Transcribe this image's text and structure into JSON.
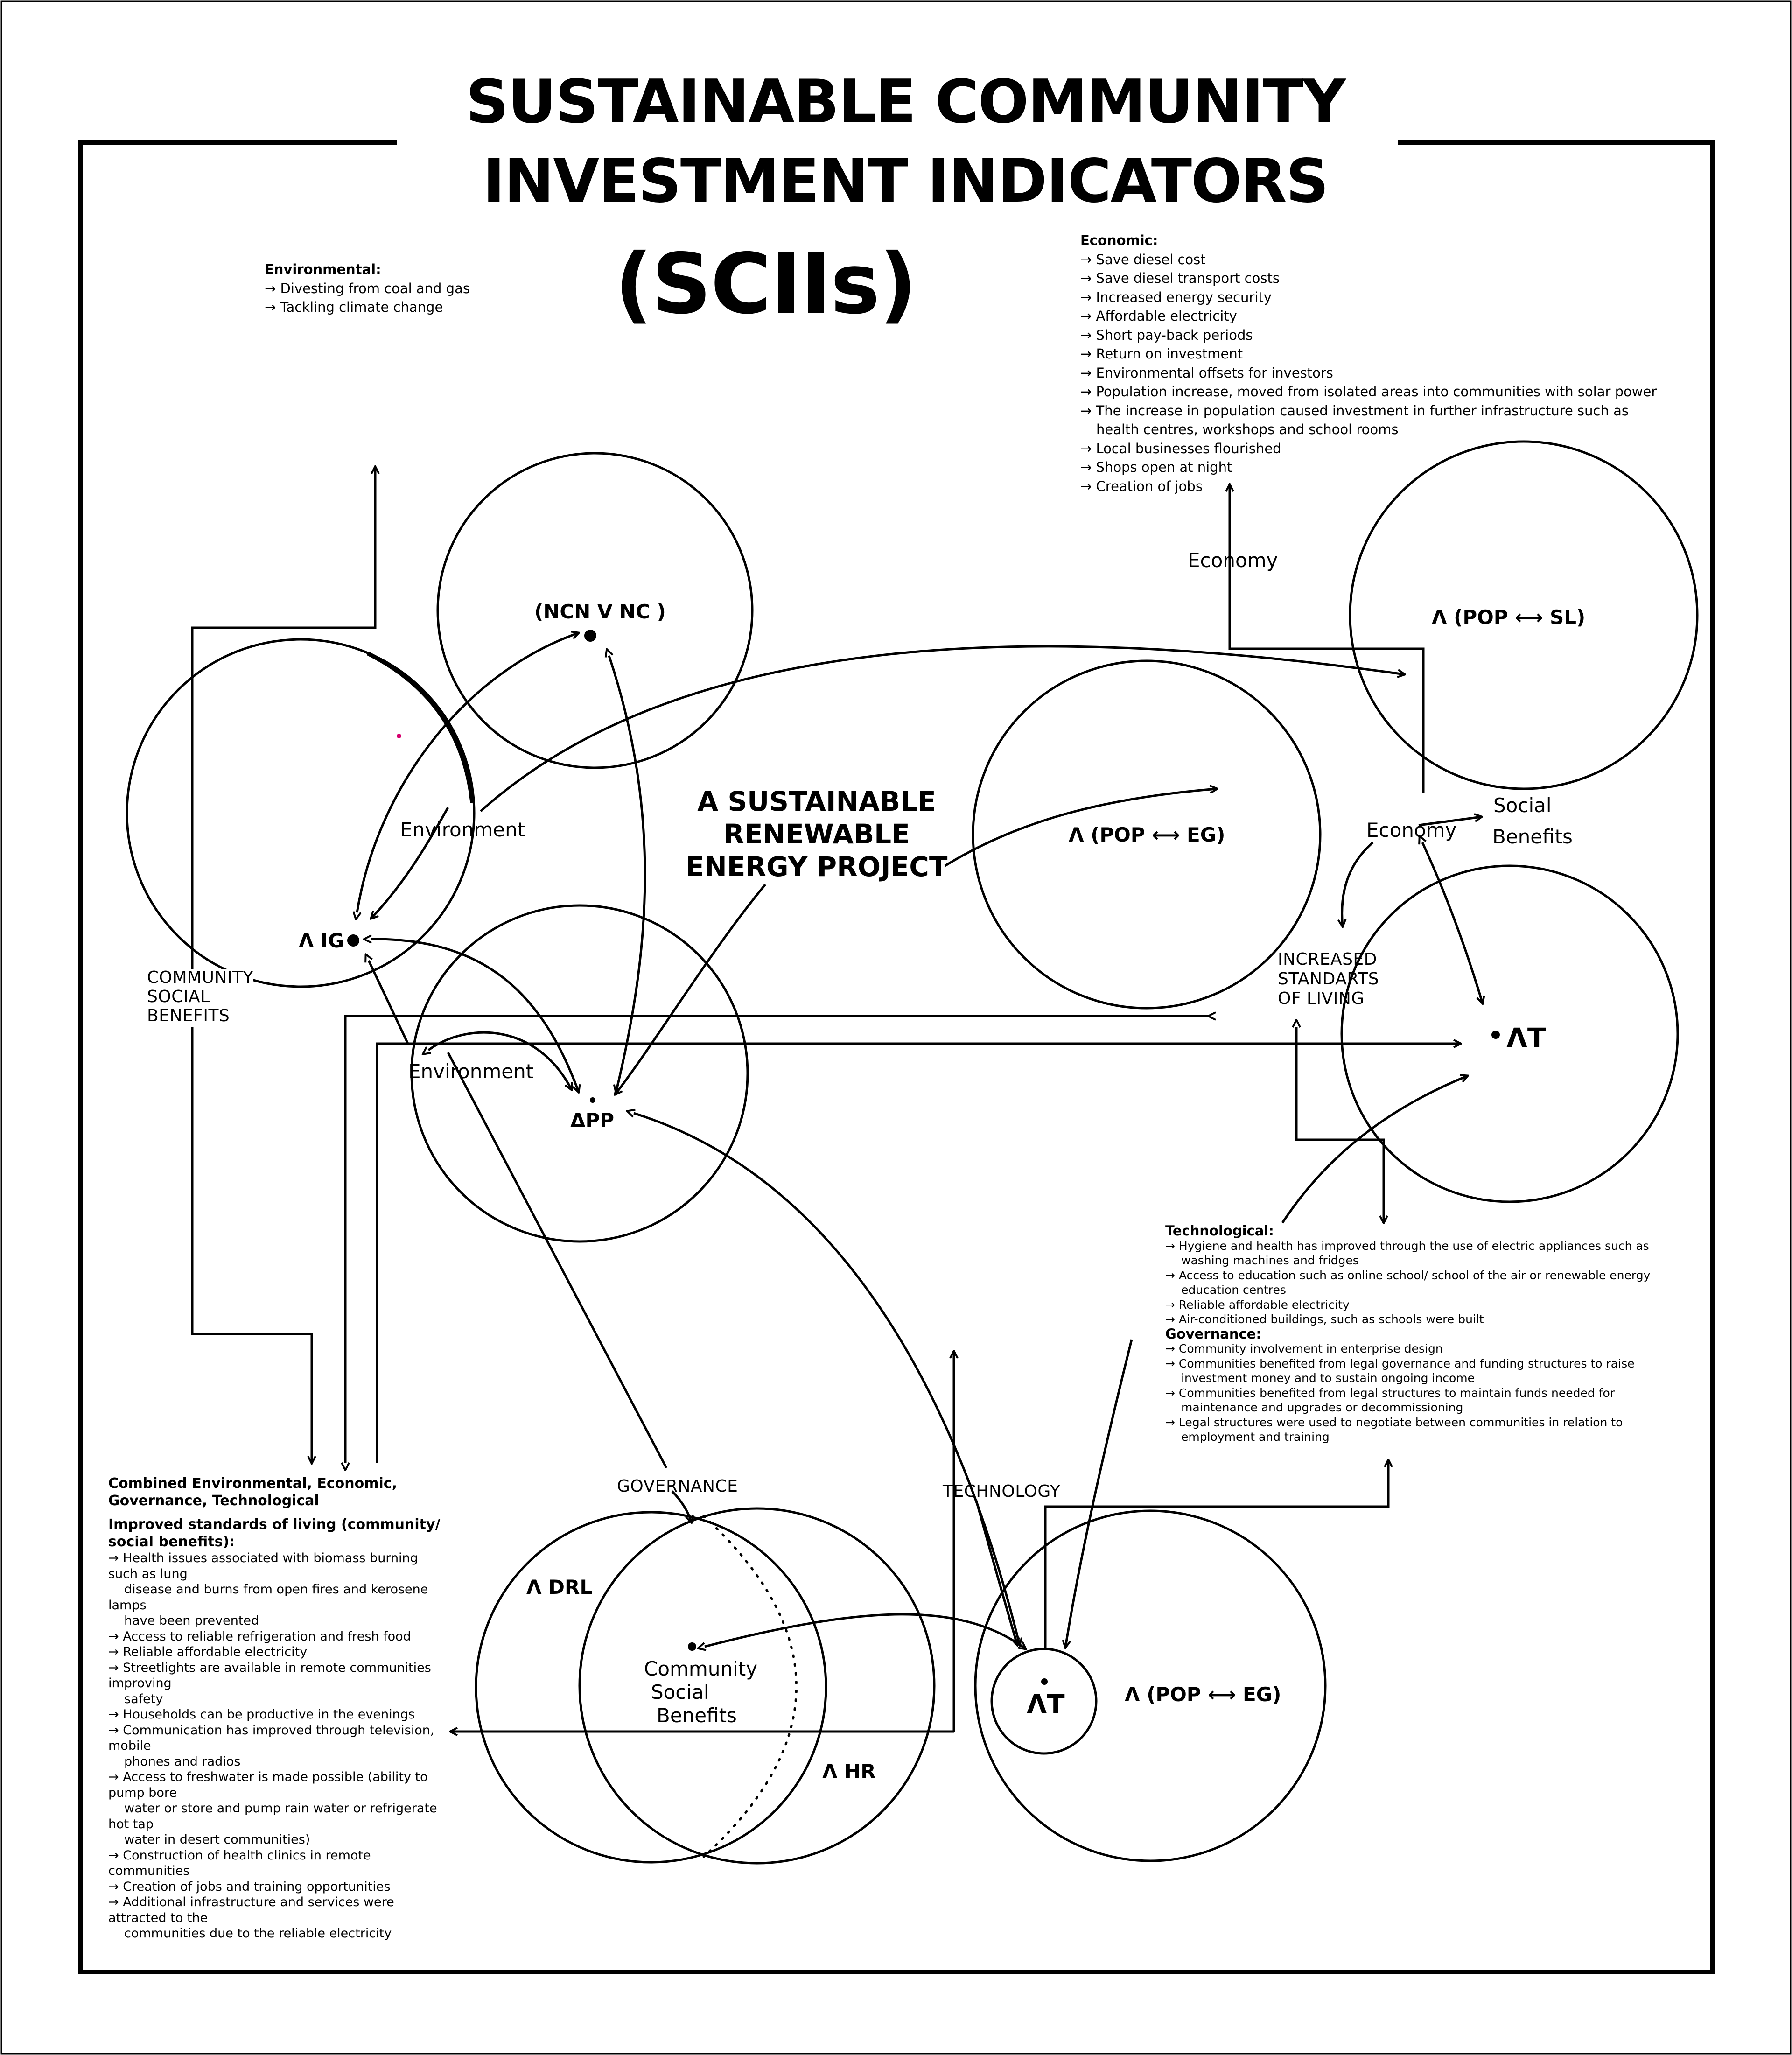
{
  "title": {
    "line1": "SUSTAINABLE COMMUNITY",
    "line2": "INVESTMENT INDICATORS",
    "line3": "(SCIIs)"
  },
  "center_label": [
    "A SUSTAINABLE",
    "RENEWABLE",
    "ENERGY PROJECT"
  ],
  "nodes": {
    "ncn": "(NCN V NC )",
    "pop_sl": "Λ (POP ⟷ SL)",
    "pop_eg_mid": "Λ (POP ⟷ EG)",
    "pop_eg_bottom": "Λ (POP ⟷ EG)",
    "aig": "Λ IG",
    "dpp": "ΔPP",
    "at_right": "ΛT",
    "at_bottom": "ΛT",
    "drl": "Λ DRL",
    "hr": "Λ HR",
    "community_social_benefits_node": [
      "Community",
      "Social",
      "Benefits"
    ]
  },
  "labels": {
    "environment_1": "Environment",
    "environment_2": "Environment",
    "economy_top": "Economy",
    "economy_mid": "Economy",
    "social_benefits": [
      "Social",
      "Benefits"
    ],
    "increased_standards": [
      "INCREASED",
      "STANDARTS",
      "OF LIVING"
    ],
    "community_social_benefits": [
      "COMMUNITY",
      "SOCIAL",
      "BENEFITS"
    ],
    "governance": "GOVERNANCE",
    "technology": "TECHNOLOGY"
  },
  "environmental": {
    "heading": "Environmental:",
    "items": [
      "Divesting from coal and gas",
      "Tackling climate change"
    ]
  },
  "economic": {
    "heading": "Economic:",
    "items": [
      [
        "Save diesel cost"
      ],
      [
        "Save diesel transport costs"
      ],
      [
        "Increased energy security"
      ],
      [
        "Affordable electricity"
      ],
      [
        "Short pay-back periods"
      ],
      [
        "Return on investment"
      ],
      [
        "Environmental offsets for investors"
      ],
      [
        "Population increase, moved from isolated areas into communities with solar power"
      ],
      [
        "The increase in population caused investment in further infrastructure such as",
        "health centres, workshops and school rooms"
      ],
      [
        "Local businesses flourished"
      ],
      [
        "Shops open at night"
      ],
      [
        "Creation of jobs"
      ]
    ]
  },
  "technological": {
    "heading": "Technological:",
    "items": [
      [
        "Hygiene and health has improved through the use of electric appliances such as",
        "washing machines and fridges"
      ],
      [
        "Access to education such as online school/ school of the air or renewable energy",
        "education centres"
      ],
      [
        "Reliable affordable electricity"
      ],
      [
        "Air-conditioned buildings, such as schools were built"
      ]
    ]
  },
  "governance": {
    "heading": "Governance:",
    "items": [
      [
        "Community involvement in enterprise design"
      ],
      [
        "Communities benefited from legal governance and funding structures to raise",
        "investment money and to sustain ongoing income"
      ],
      [
        "Communities benefited from legal structures to maintain funds needed for",
        "maintenance and upgrades or decommissioning"
      ],
      [
        "Legal structures were used to negotiate between communities in relation to",
        "employment and training"
      ]
    ]
  },
  "combined": {
    "heading": [
      "Combined Environmental, Economic,",
      "Governance, Technological"
    ],
    "subheading": [
      "Improved standards of living (community/",
      "social benefits):"
    ],
    "items": [
      [
        "Health issues associated with biomass burning",
        "such as lung",
        "disease and burns from open fires and kerosene",
        "lamps",
        "have been prevented"
      ],
      [
        "Access to reliable refrigeration and fresh food"
      ],
      [
        "Reliable affordable electricity"
      ],
      [
        "Streetlights are available in remote communities",
        "improving",
        "safety"
      ],
      [
        "Households can be productive in the evenings"
      ],
      [
        "Communication has improved through television,",
        "mobile",
        "phones and radios"
      ],
      [
        "Access to freshwater is made possible (ability to",
        "pump bore",
        "water or store and pump rain water or refrigerate",
        "hot tap",
        "water in desert communities)"
      ],
      [
        "Construction of health clinics in remote",
        "communities"
      ],
      [
        "Creation of jobs and training opportunities"
      ],
      [
        "Additional infrastructure and services were",
        "attracted to the",
        "communities due to the reliable electricity"
      ]
    ]
  },
  "colors": {
    "ink": "#000000",
    "background": "#ffffff",
    "accent_dot": "#d6006f"
  }
}
